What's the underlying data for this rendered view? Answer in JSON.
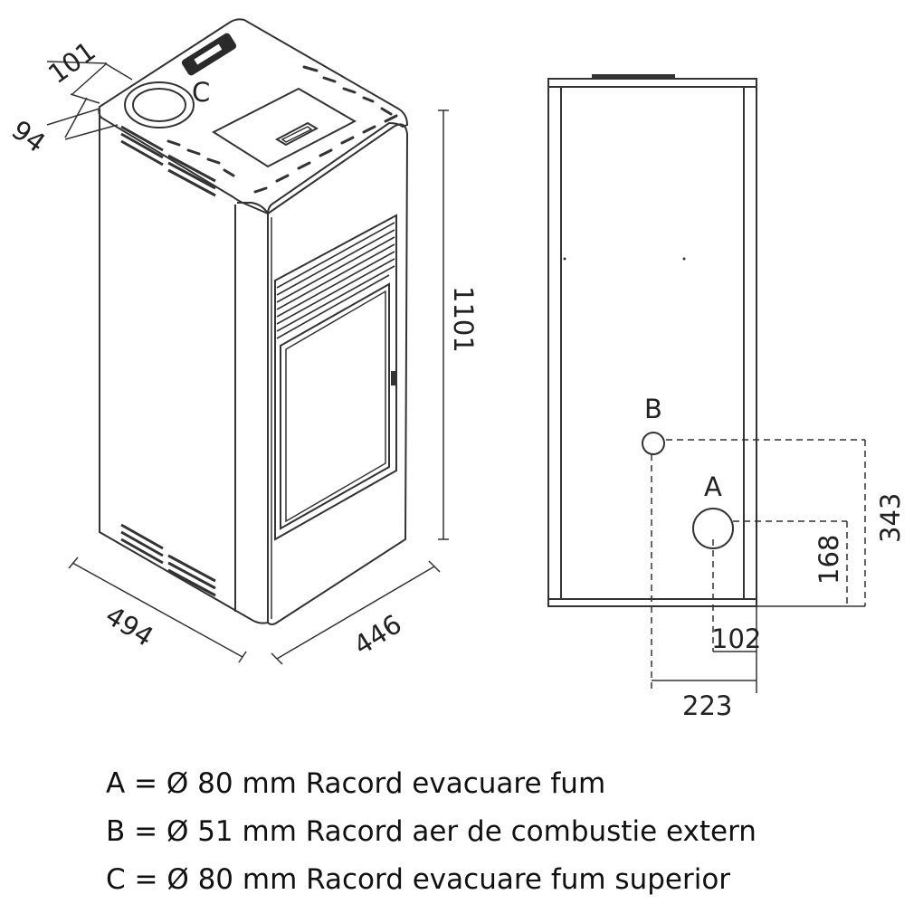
{
  "dimensions": {
    "top_offset_1": "101",
    "top_offset_2": "94",
    "height": "1101",
    "depth": "494",
    "width": "446",
    "b_height": "343",
    "a_height": "168",
    "a_offset": "102",
    "b_offset": "223"
  },
  "labels": {
    "c": "C",
    "b": "B",
    "a": "A"
  },
  "legend": [
    "A = Ø 80 mm Racord evacuare fum",
    "B = Ø 51 mm Racord aer de combustie extern",
    "C = Ø 80 mm Racord evacuare fum superior"
  ]
}
